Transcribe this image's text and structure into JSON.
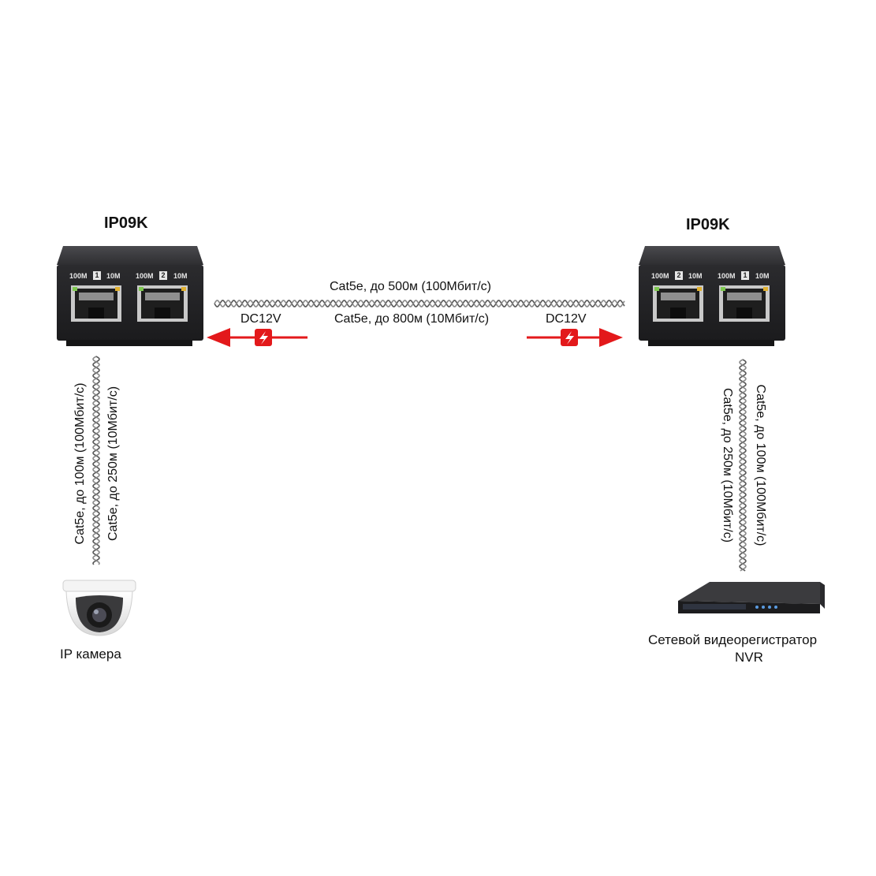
{
  "left_unit": {
    "title": "IP09K",
    "port1": {
      "speed_left": "100M",
      "number": "1",
      "speed_right": "10M"
    },
    "port2": {
      "speed_left": "100M",
      "number": "2",
      "speed_right": "10M"
    }
  },
  "right_unit": {
    "title": "IP09K",
    "port1": {
      "speed_left": "100M",
      "number": "2",
      "speed_right": "10M"
    },
    "port2": {
      "speed_left": "100M",
      "number": "1",
      "speed_right": "10M"
    }
  },
  "trunk": {
    "label_top": "Cat5e, до 500м (100Мбит/с)",
    "label_bottom": "Cat5e, до 800м (10Мбит/с)",
    "power_left": "DC12V",
    "power_right": "DC12V"
  },
  "left_drop": {
    "label_a": "Cat5e, до 100м (100Мбит/с)",
    "label_b": "Cat5e, до 250м (10Мбит/с)"
  },
  "right_drop": {
    "label_a": "Cat5e, до 100м (100Мбит/с)",
    "label_b": "Cat5e, до 250м (10Мбит/с)"
  },
  "camera": {
    "label": "IP камера"
  },
  "nvr": {
    "label_line1": "Сетевой видеорегистратор",
    "label_line2": "NVR"
  },
  "colors": {
    "arrow": "#e3191b",
    "device": "#2a2a2c",
    "cable": "#555555"
  }
}
